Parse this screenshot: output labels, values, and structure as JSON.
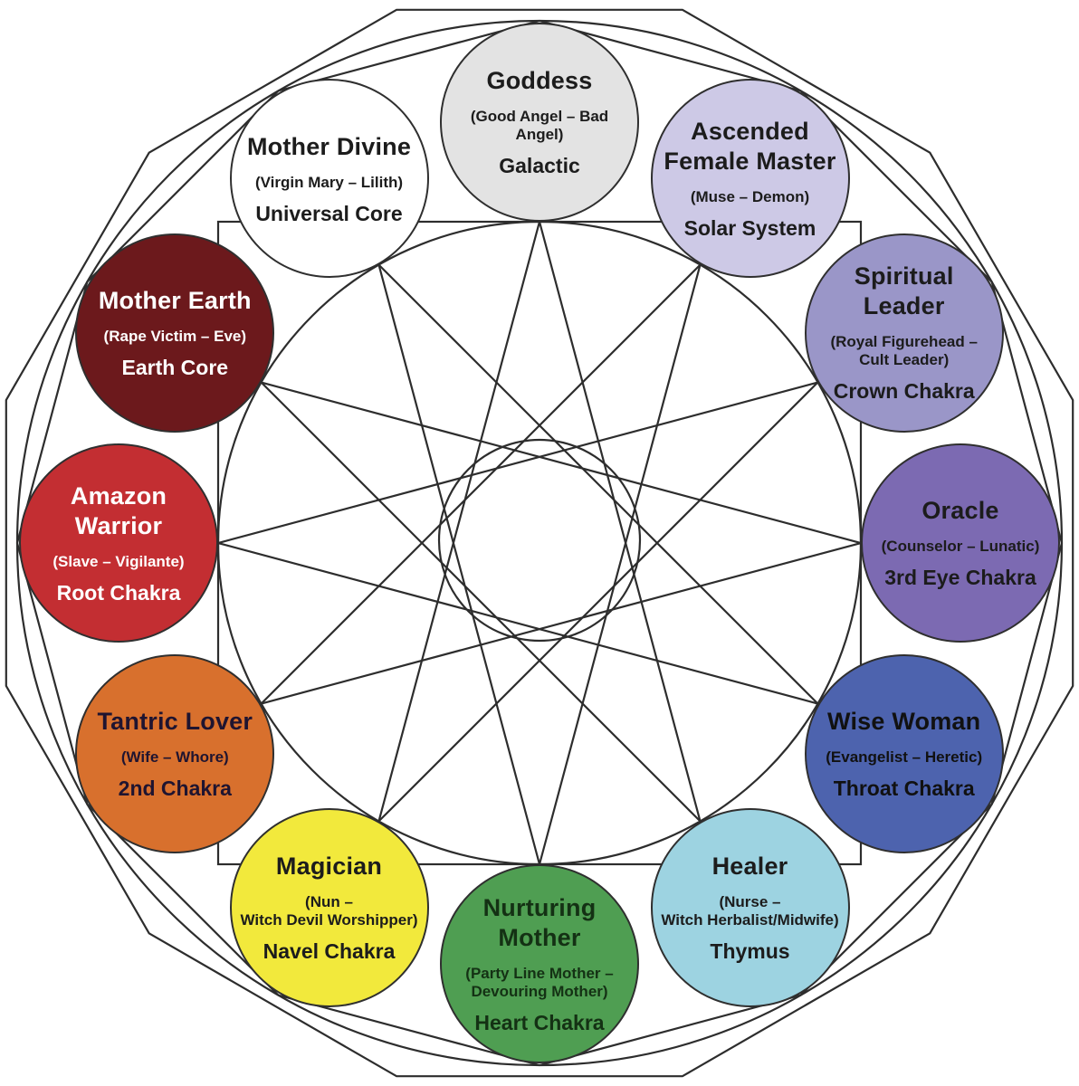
{
  "diagram": {
    "description_labels": [],
    "line_color": "#2d2d2d",
    "node_border_color": "#2f2f2f",
    "background_color": "#ffffff"
  },
  "archetypes": [
    {
      "name": "Goddess",
      "polarity": "(Good Angel – Bad Angel)",
      "location": "Galactic",
      "color": "#e3e3e3",
      "text_color": "#1c1c1c"
    },
    {
      "name": "Ascended\nFemale Master",
      "polarity": "(Muse – Demon)",
      "location": "Solar System",
      "color": "#cdc9e6",
      "text_color": "#1c1c1c"
    },
    {
      "name": "Spiritual\nLeader",
      "polarity": "(Royal Figurehead –\nCult Leader)",
      "location": "Crown Chakra",
      "color": "#9a96c8",
      "text_color": "#1c1c1c"
    },
    {
      "name": "Oracle",
      "polarity": "(Counselor – Lunatic)",
      "location": "3rd Eye Chakra",
      "color": "#7c6ab2",
      "text_color": "#1c1c1c"
    },
    {
      "name": "Wise Woman",
      "polarity": "(Evangelist – Heretic)",
      "location": "Throat Chakra",
      "color": "#4d63ae",
      "text_color": "#111111"
    },
    {
      "name": "Healer",
      "polarity": "(Nurse –\nWitch Herbalist/Midwife)",
      "location": "Thymus",
      "color": "#9dd3e1",
      "text_color": "#1c1c1c"
    },
    {
      "name": "Nurturing\nMother",
      "polarity": "(Party Line Mother –\nDevouring Mother)",
      "location": "Heart Chakra",
      "color": "#4f9e52",
      "text_color": "#143114"
    },
    {
      "name": "Magician",
      "polarity": "(Nun –\nWitch Devil Worshipper)",
      "location": "Navel Chakra",
      "color": "#f2e93c",
      "text_color": "#1c1c1c"
    },
    {
      "name": "Tantric Lover",
      "polarity": "(Wife – Whore)",
      "location": "2nd Chakra",
      "color": "#d8702d",
      "text_color": "#1f1430"
    },
    {
      "name": "Amazon\nWarrior",
      "polarity": "(Slave – Vigilante)",
      "location": "Root Chakra",
      "color": "#c32e32",
      "text_color": "#ffffff"
    },
    {
      "name": "Mother Earth",
      "polarity": "(Rape Victim – Eve)",
      "location": "Earth Core",
      "color": "#6c191c",
      "text_color": "#ffffff"
    },
    {
      "name": "Mother Divine",
      "polarity": "(Virgin Mary – Lilith)",
      "location": "Universal Core",
      "color": "#ffffff",
      "text_color": "#1c1c1c"
    }
  ]
}
